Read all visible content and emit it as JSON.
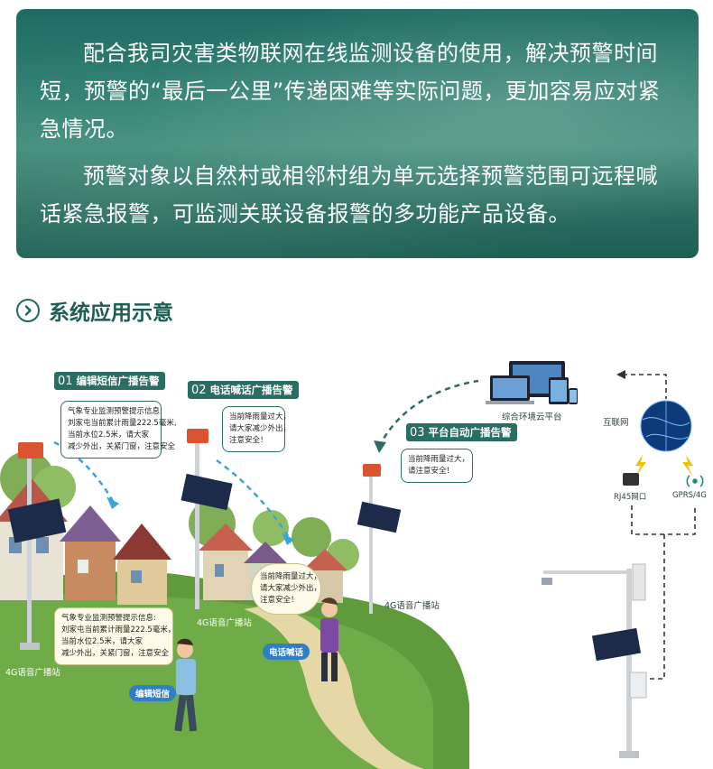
{
  "banner": {
    "paragraph1": "配合我司灾害类物联网在线监测设备的使用，解决预警时间短，预警的“最后一公里”传递困难等实际问题，更加容易应对紧急情况。",
    "paragraph2": "预警对象以自然村或相邻村组为单元选择预警范围可远程喊话紧急报警，可监测关联设备报警的多功能产品设备。"
  },
  "section": {
    "title": "系统应用示意"
  },
  "steps": [
    {
      "num": "01",
      "label": "编辑短信广播告警"
    },
    {
      "num": "02",
      "label": "电话喊话广播告警"
    },
    {
      "num": "03",
      "label": "平台自动广播告警"
    }
  ],
  "bubbles": {
    "sms_top": [
      "气象专业监测预警提示信息:",
      "刘家屯当前累计雨量222.5毫米,",
      "当前水位2.5米，请大家",
      "减少外出，关紧门窗，注意安全"
    ],
    "call_top": [
      "当前降雨量过大，",
      "请大家减少外出，",
      "注意安全！"
    ],
    "platform": [
      "当前降雨量过大，",
      "请注意安全！"
    ],
    "call_person": [
      "当前降雨量过大，",
      "请大家减少外出，",
      "注意安全！"
    ],
    "sms_person": [
      "气象专业监测预警提示信息:",
      "刘家屯当前累计雨量222.5毫米，",
      "当前水位2.5米，请大家",
      "减少外出，关紧门窗，注意安全"
    ]
  },
  "labels": {
    "cloud_platform": "综合环境云平台",
    "internet": "互联网",
    "rj45": "RJ45网口",
    "gprs": "GPRS/4G",
    "station": "4G语音广播站",
    "phone_call": "电话喊话",
    "edit_sms": "编辑短信"
  },
  "colors": {
    "banner": "#2a6e63",
    "tag": "#2a6e63",
    "pill": "#2f7fc7",
    "hill": "#5f9b3a",
    "title": "#1c5e55"
  }
}
